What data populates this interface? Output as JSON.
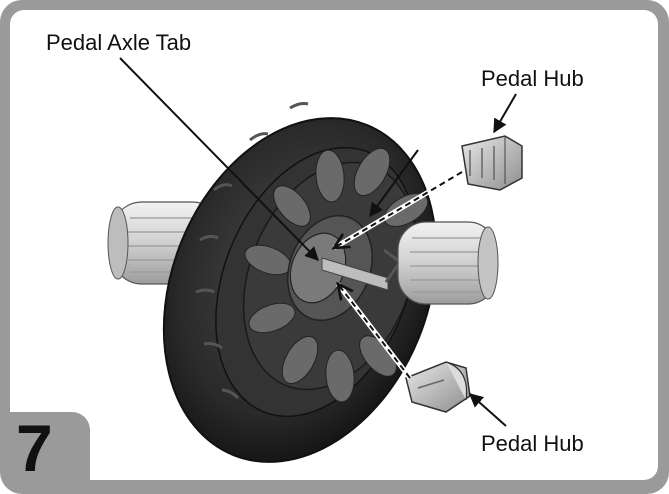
{
  "step": {
    "number": "7"
  },
  "callouts": {
    "pedal_axle_tab": "Pedal Axle Tab",
    "pedal_hub_top": "Pedal Hub",
    "pedal_hub_bottom": "Pedal Hub"
  },
  "colors": {
    "frame": "#9a9a9a",
    "tire": "#2b2b2b",
    "hub_part": "#c8c8c8",
    "leader_line": "#111111"
  },
  "icons": [
    "wheel-illustration",
    "pedal-hub-part",
    "axle-assembly"
  ]
}
